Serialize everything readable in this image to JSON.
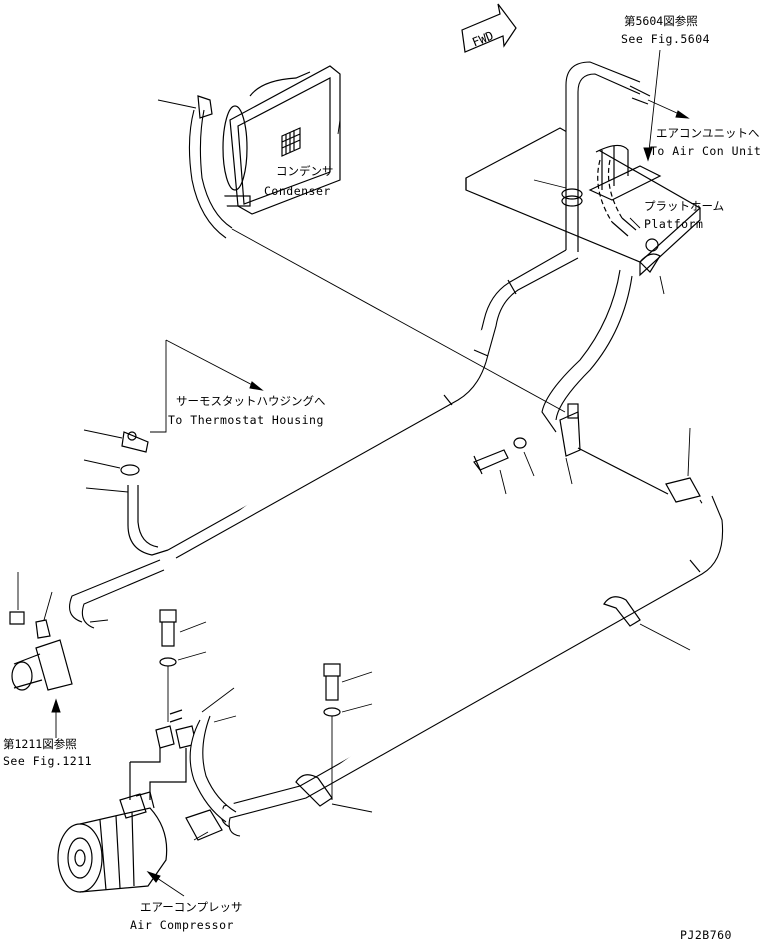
{
  "fwd_sign": "FWD",
  "labels": {
    "fig5604_jp": "第5604図参照",
    "fig5604_en": "See Fig.5604",
    "aircon_unit_jp": "エアコンユニットへ",
    "aircon_unit_en": "To Air Con Unit",
    "platform_jp": "プラットホーム",
    "platform_en": "Platform",
    "condenser_jp": "コンデンサ",
    "condenser_en": "Condenser",
    "thermostat_jp": "サーモスタットハウジングへ",
    "thermostat_en": "To Thermostat Housing",
    "fig1211_jp": "第1211図参照",
    "fig1211_en": "See Fig.1211",
    "compressor_jp": "エアーコンプレッサ",
    "compressor_en": "Air Compressor",
    "drawing_code": "PJ2B760"
  }
}
